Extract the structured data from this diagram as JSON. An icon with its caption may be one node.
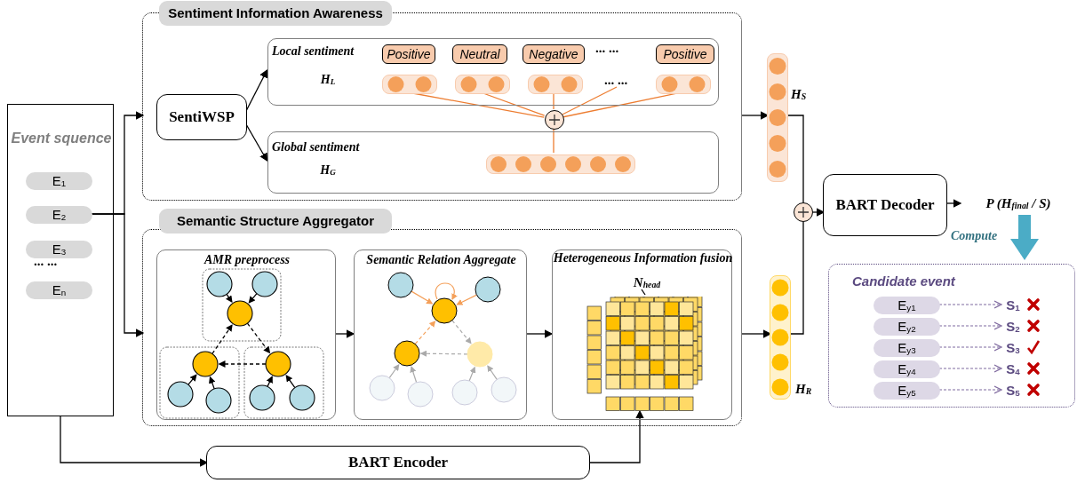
{
  "diagram": {
    "nodes": [
      {
        "text": [
          "Event squence"
        ]
      },
      {
        "text": [
          "E$_{1}$"
        ],
        "in": 0
      },
      {
        "text": [
          "E$_{2}$"
        ],
        "in": 0
      },
      {
        "text": [
          "E$_{3}$"
        ],
        "in": 0
      },
      {
        "text": [
          "E$_{n}$"
        ],
        "in": 0
      },
      {
        "text": [
          "Sentiment Information Awareness"
        ]
      },
      {
        "text": [
          "SentiWSP"
        ],
        "in": 5
      },
      {
        "text": [
          "Local sentiment",
          "H$_{L}$"
        ],
        "in": 5
      },
      {
        "text": [
          "Positive"
        ],
        "in": 7
      },
      {
        "text": [
          "Neutral"
        ],
        "in": 7
      },
      {
        "text": [
          "Negative"
        ],
        "in": 7
      },
      {
        "text": [
          "Positive"
        ],
        "in": 7
      },
      {
        "text": [],
        "shape": "bar",
        "in": 7
      },
      {
        "text": [],
        "shape": "bar",
        "in": 7
      },
      {
        "text": [],
        "shape": "bar",
        "in": 7
      },
      {
        "text": [],
        "shape": "bar",
        "in": 7
      },
      {
        "text": [
          "Global sentiment",
          "H$_{G}$"
        ],
        "in": 5
      },
      {
        "text": [],
        "shape": "bar",
        "in": 16
      },
      {
        "text": [],
        "shape": "circle",
        "in": 5
      },
      {
        "text": [],
        "shape": "bar",
        "beside": [
          "H$_{S}$"
        ]
      },
      {
        "text": [
          "Semantic Structure Aggregator"
        ]
      },
      {
        "text": [
          "AMR preprocess"
        ],
        "in": 20
      },
      {
        "text": [
          "Semantic Relation Aggregate"
        ],
        "in": 20
      },
      {
        "text": [
          "Heterogeneous Information fusion"
        ],
        "in": 20
      },
      {
        "text": [],
        "shape": "picture",
        "in": 23
      },
      {
        "text": [
          "N$_{head}$"
        ],
        "in": 23
      },
      {
        "text": [],
        "shape": "bar",
        "beside": [
          "H$_{R}$"
        ]
      },
      {
        "text": [],
        "shape": "circle"
      },
      {
        "text": [
          "BART Decoder"
        ]
      },
      {
        "text": [
          "P (H$_{final}$ / S)"
        ]
      },
      {
        "text": [
          "Candidate event"
        ]
      },
      {
        "text": [
          "E$_{y1}$"
        ],
        "in": 30
      },
      {
        "text": [
          "E$_{y2}$"
        ],
        "in": 30
      },
      {
        "text": [
          "E$_{y3}$"
        ],
        "in": 30
      },
      {
        "text": [
          "E$_{y4}$"
        ],
        "in": 30
      },
      {
        "text": [
          "E$_{y5}$"
        ],
        "in": 30
      },
      {
        "text": [
          "S$_{1}$"
        ],
        "in": 30
      },
      {
        "text": [
          "S$_{2}$"
        ],
        "in": 30
      },
      {
        "text": [
          "S$_{3}$"
        ],
        "in": 30
      },
      {
        "text": [
          "S$_{4}$"
        ],
        "in": 30
      },
      {
        "text": [
          "S$_{5}$"
        ],
        "in": 30
      },
      {
        "text": [
          "BART Encoder"
        ]
      },
      {
        "text": [
          "... ..."
        ],
        "in": 7
      }
    ],
    "edges": [
      {
        "from": 2,
        "to": 5,
        "arrow": "to"
      },
      {
        "from": 2,
        "to": 20,
        "arrow": "to"
      },
      {
        "from": 0,
        "to": 41,
        "arrow": "to"
      },
      {
        "from": 6,
        "to": 7,
        "arrow": "to"
      },
      {
        "from": 6,
        "to": 16,
        "arrow": "to"
      },
      {
        "from": 12,
        "to": 18,
        "arrow": "none",
        "color": "#ed7d31"
      },
      {
        "from": 13,
        "to": 18,
        "arrow": "none",
        "color": "#ed7d31"
      },
      {
        "from": 14,
        "to": 18,
        "arrow": "none",
        "color": "#ed7d31"
      },
      {
        "from": 15,
        "to": 18,
        "arrow": "none",
        "color": "#ed7d31"
      },
      {
        "from": 42,
        "to": 18,
        "arrow": "none",
        "color": "#ed7d31"
      },
      {
        "from": 18,
        "to": 17,
        "arrow": "none",
        "color": "#ed7d31"
      },
      {
        "from": 5,
        "to": 19,
        "arrow": "to"
      },
      {
        "from": 21,
        "to": 22,
        "arrow": "to"
      },
      {
        "from": 22,
        "to": 23,
        "arrow": "to"
      },
      {
        "from": 20,
        "to": 26,
        "arrow": "to"
      },
      {
        "from": 41,
        "to": 24,
        "arrow": "to"
      },
      {
        "from": 19,
        "to": 27,
        "arrow": "none"
      },
      {
        "from": 26,
        "to": 27,
        "arrow": "none"
      },
      {
        "from": 27,
        "to": 28,
        "arrow": "to"
      },
      {
        "from": 28,
        "to": 29,
        "arrow": "to"
      },
      {
        "from": 29,
        "to": 30,
        "arrow": "to",
        "label": "Compute",
        "style": "thick",
        "color": "#4bacc6"
      },
      {
        "from": 31,
        "to": 36,
        "arrow": "to",
        "style": "dashed",
        "color": "#7f6a9f"
      },
      {
        "from": 32,
        "to": 37,
        "arrow": "to",
        "style": "dashed",
        "color": "#7f6a9f"
      },
      {
        "from": 33,
        "to": 38,
        "arrow": "to",
        "style": "dashed",
        "color": "#7f6a9f"
      },
      {
        "from": 34,
        "to": 39,
        "arrow": "to",
        "style": "dashed",
        "color": "#7f6a9f"
      },
      {
        "from": 35,
        "to": 40,
        "arrow": "to",
        "style": "dashed",
        "color": "#7f6a9f"
      },
      {
        "from": 25,
        "to": 24,
        "arrow": "none"
      }
    ],
    "labels": [
      "... ...",
      "... ..."
    ]
  }
}
